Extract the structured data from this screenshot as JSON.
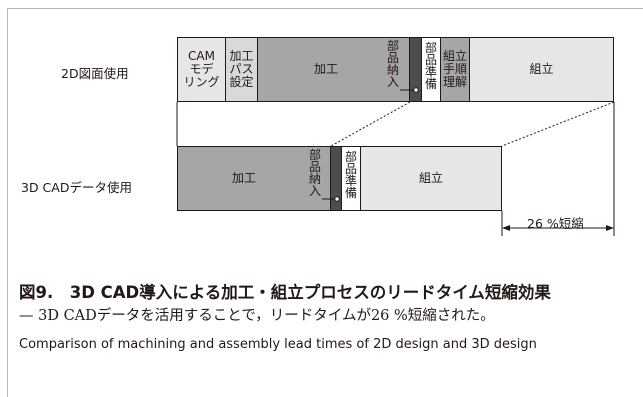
{
  "rows": [
    {
      "label": "2D図面使用",
      "segments": [
        {
          "id": "cam",
          "text": "CAM\nモデ\nリング"
        },
        {
          "id": "path",
          "text": "加工\nパス\n設定"
        },
        {
          "id": "machining",
          "text": "加工"
        },
        {
          "id": "delivery",
          "text": "部品納入"
        },
        {
          "id": "delivery_bar",
          "text": ""
        },
        {
          "id": "prep",
          "text": "部品準備"
        },
        {
          "id": "proc",
          "text": "組立\n手順\n理解"
        },
        {
          "id": "assembly",
          "text": "組立"
        }
      ]
    },
    {
      "label": "3D CADデータ使用",
      "segments": [
        {
          "id": "machining",
          "text": "加工"
        },
        {
          "id": "delivery",
          "text": "部品納入"
        },
        {
          "id": "delivery_bar",
          "text": ""
        },
        {
          "id": "prep",
          "text": "部品準備"
        },
        {
          "id": "assembly",
          "text": "組立"
        }
      ]
    }
  ],
  "reduction_label": "26 %短縮",
  "reduction_percent": 26,
  "caption": {
    "title": "図9.　3D CAD導入による加工・組立プロセスのリードタイム短縮効果",
    "subtitle": "— 3D CADデータを活用することで，リードタイムが26 %短縮された。",
    "english": "Comparison of machining and assembly lead times of 2D design and 3D design"
  },
  "colors": {
    "dark": "#4d4d4d",
    "mid": "#a6a6a6",
    "light": "#d9d9d9",
    "lighter": "#e6e6e6",
    "line": "#231815"
  }
}
